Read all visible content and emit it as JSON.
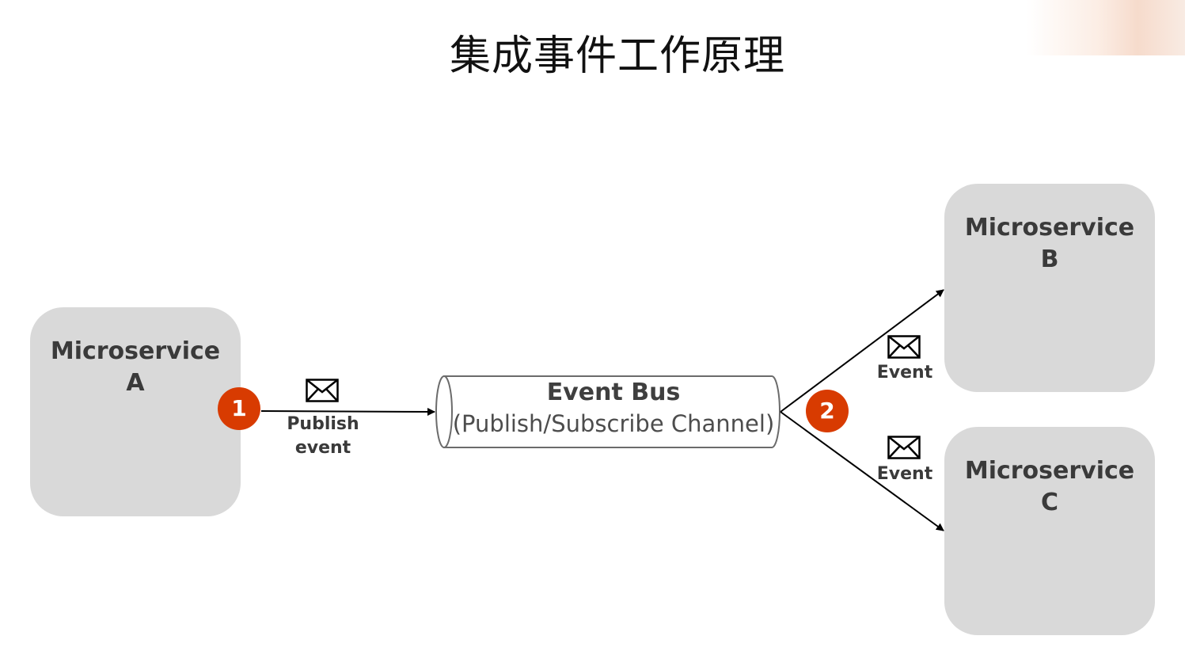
{
  "title": "集成事件工作原理",
  "services": {
    "a": {
      "line1": "Microservice",
      "line2": "A"
    },
    "b": {
      "line1": "Microservice",
      "line2": "B"
    },
    "c": {
      "line1": "Microservice",
      "line2": "C"
    }
  },
  "steps": {
    "one": "1",
    "two": "2"
  },
  "event_bus": {
    "title": "Event Bus",
    "subtitle": "(Publish/Subscribe Channel)"
  },
  "edges": {
    "publish_line1": "Publish",
    "publish_line2": "event",
    "to_b": "Event",
    "to_c": "Event"
  },
  "icons": {
    "message": "envelope-icon",
    "step": "numbered-circle"
  },
  "colors": {
    "accent": "#d83b01",
    "service_fill": "#d9d9d9",
    "service_text": "#3a3a3a",
    "line": "#000000"
  }
}
